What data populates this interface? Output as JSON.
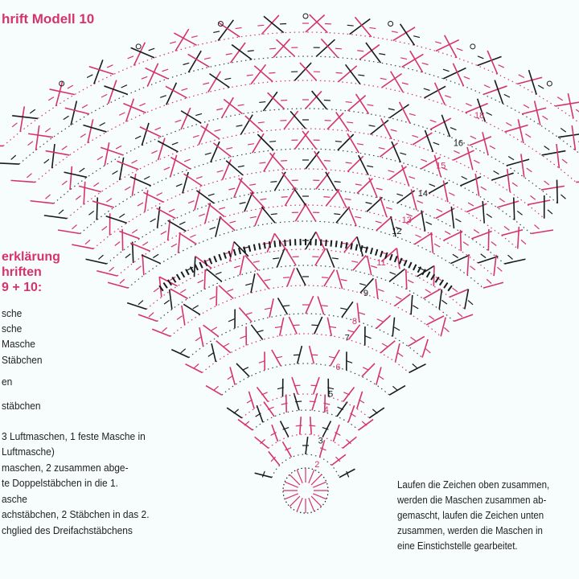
{
  "title": "hrift Modell 10",
  "legend": {
    "heading": [
      "erklärung",
      "hriften",
      "9 + 10:"
    ],
    "items": [
      "sche",
      "sche",
      "Masche",
      "Stäbchen",
      "en",
      "stäbchen",
      "3 Luftmaschen, 1 feste Masche in",
      "Luftmasche)",
      "maschen, 2 zusammen abge-",
      "te Doppelstäbchen in die 1.",
      "asche",
      "achstäbchen, 2 Stäbchen in das 2.",
      "chglied des Dreifachstäbchens"
    ]
  },
  "note": [
    "Laufen die Zeichen oben zusammen,",
    "werden die Maschen zusammen ab-",
    "gemascht, laufen die Zeichen unten",
    "zusammen, werden die Maschen in",
    "eine Einstichstelle gearbeitet."
  ],
  "row_labels": [
    "2",
    "3",
    "4",
    "5",
    "6",
    "7",
    "8",
    "9",
    "11",
    "12",
    "13",
    "14",
    "15",
    "16",
    "18"
  ],
  "colors": {
    "pink": "#d6336c",
    "black": "#1a1a1a"
  }
}
